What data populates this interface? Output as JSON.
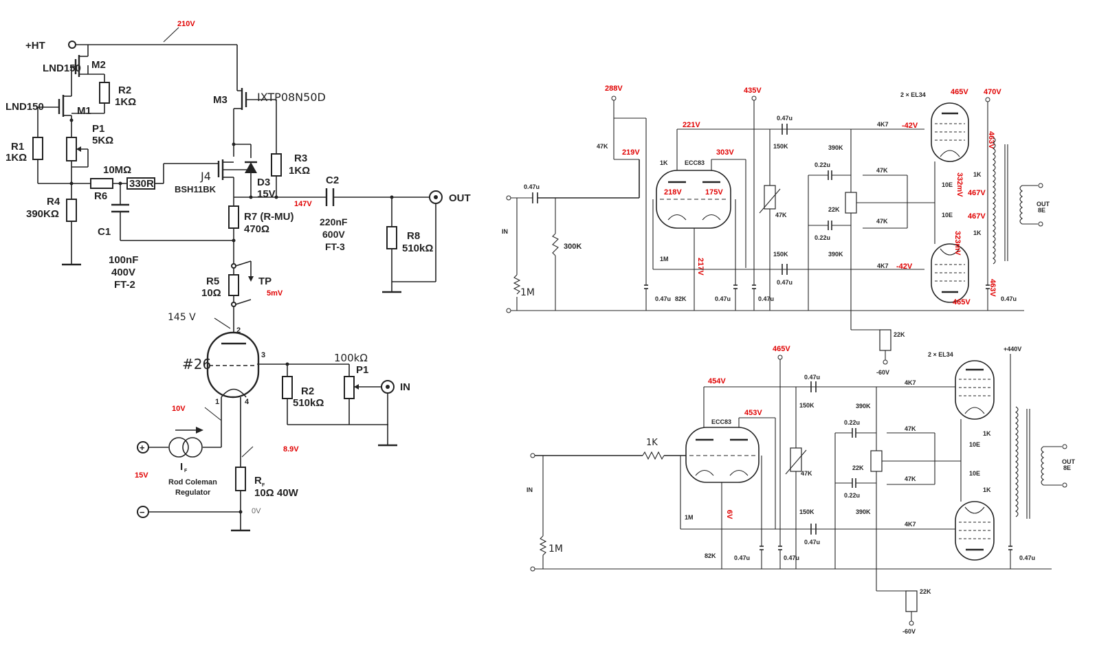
{
  "left": {
    "supply": {
      "ht": "+HT",
      "ht_v": "210V"
    },
    "m2": {
      "type": "LND150",
      "ref": "M2"
    },
    "m1": {
      "type": "LND150",
      "ref": "M1"
    },
    "r2": {
      "ref": "R2",
      "val": "1KΩ"
    },
    "p1": {
      "ref": "P1",
      "val": "5KΩ"
    },
    "r1": {
      "ref": "R1",
      "val": "1KΩ"
    },
    "r4": {
      "ref": "R4",
      "val": "390KΩ"
    },
    "r6": {
      "ref": "R6",
      "val": "10MΩ"
    },
    "r330": "330R",
    "c1": {
      "ref": "C1",
      "val": "100nF",
      "v": "400V",
      "t": "FT-2"
    },
    "m3": {
      "ref": "M3",
      "type": "IXTP08N50D"
    },
    "j4": {
      "ref": "J4",
      "type": "BSH11BK"
    },
    "d3": {
      "ref": "D3",
      "val": "15V"
    },
    "r3": {
      "ref": "R3",
      "val": "1KΩ"
    },
    "r7": {
      "ref": "R7 (R-MU)",
      "val": "470Ω"
    },
    "v147": "147V",
    "c2": {
      "ref": "C2",
      "val": "220nF",
      "v": "600V",
      "t": "FT-3"
    },
    "out": "OUT",
    "r8": {
      "ref": "R8",
      "val": "510kΩ"
    },
    "r5": {
      "ref": "R5",
      "val": "10Ω"
    },
    "tp": {
      "label": "TP",
      "v": "5mV"
    },
    "tube": {
      "name": "#26",
      "v145": "145 V",
      "pin1": "1",
      "pin2": "2",
      "pin3": "3",
      "pin4": "4"
    },
    "r2g": {
      "ref": "R2",
      "val": "510kΩ"
    },
    "pin": {
      "ref": "P1",
      "val": "100kΩ",
      "in": "IN"
    },
    "reg": {
      "v10": "10V",
      "v15": "15V",
      "if": "I",
      "if_sub": "F",
      "name1": "Rod Coleman",
      "name2": "Regulator"
    },
    "rf": {
      "ref": "R",
      "ref_sub": "F",
      "val": "10Ω 40W",
      "v89": "8.9V",
      "v0": "0V"
    }
  },
  "top_right": {
    "v288": "288V",
    "v435": "435V",
    "v465a": "465V",
    "v470": "470V",
    "el34": "2 × EL34",
    "v221": "221V",
    "v219": "219V",
    "v303": "303V",
    "v218": "218V",
    "v175": "175V",
    "v217": "217V",
    "v42a": "-42V",
    "v42b": "-42V",
    "v463a": "463V",
    "v332": "332mV",
    "v467a": "467V",
    "v467b": "467V",
    "v323": "323mV",
    "v465b": "465V",
    "v463b": "463V",
    "r47k": "47K",
    "c047": "0.47u",
    "ecc83": "ECC83",
    "k1": "1K",
    "m1": "1M",
    "k300": "300K",
    "k82": "82K",
    "k150": "150K",
    "k390": "390K",
    "c022": "0.22u",
    "k22": "22K",
    "k4k7": "4K7",
    "e10": "10E",
    "in": "IN",
    "out": "OUT\n8E",
    "neg60": "-60V"
  },
  "bottom_right": {
    "v465": "465V",
    "v454": "454V",
    "v453": "453V",
    "v6": "6V",
    "el34": "2 × EL34",
    "v440": "+440V",
    "k1": "1K",
    "m1": "1M",
    "k82": "82K",
    "c047": "0.47u",
    "ecc83": "ECC83",
    "k150": "150K",
    "k47": "47K",
    "k390": "390K",
    "c022": "0.22u",
    "k22": "22K",
    "k4k7": "4K7",
    "e10": "10E",
    "in": "IN",
    "out": "OUT\n8E",
    "neg60": "-60V"
  }
}
